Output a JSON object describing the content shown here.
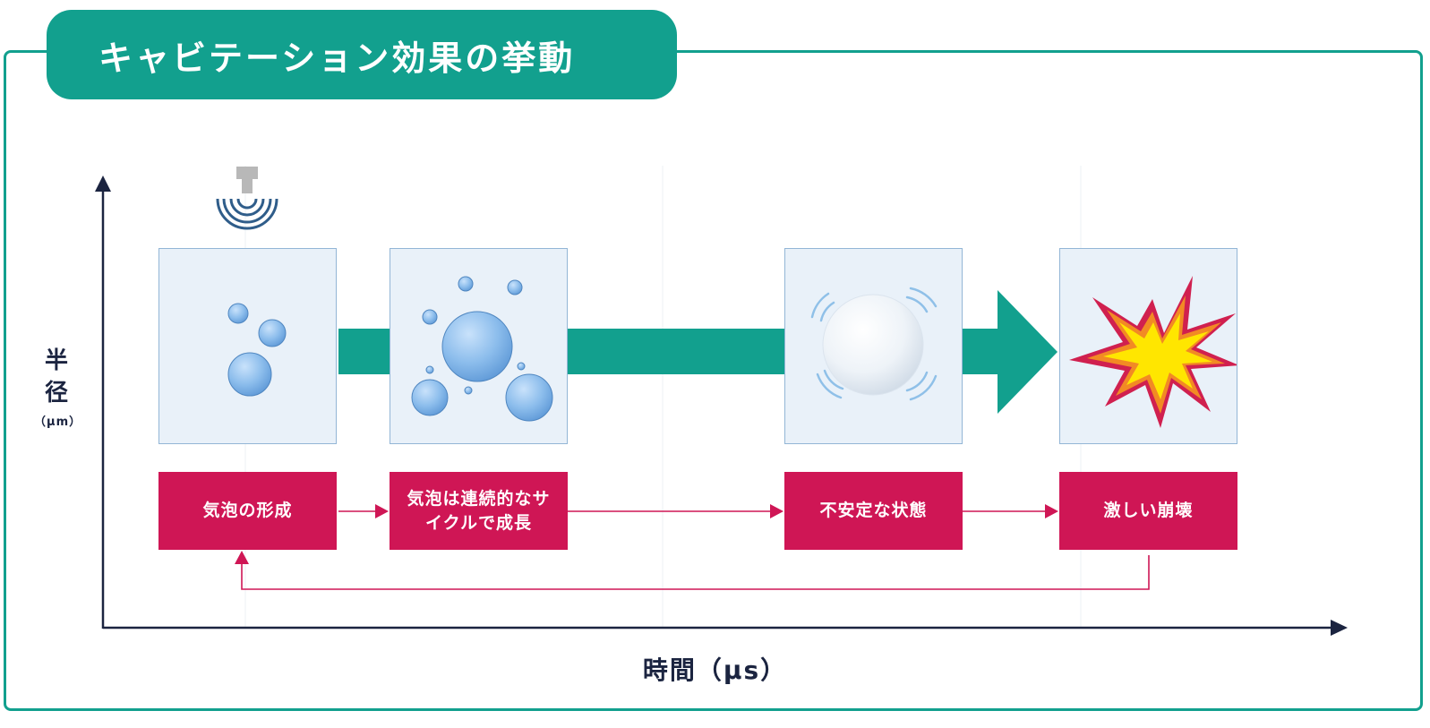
{
  "title": "キャビテーション効果の挙動",
  "y_axis": {
    "label_line1": "半",
    "label_line2": "径",
    "unit": "（μm）"
  },
  "x_axis": {
    "label": "時間（μs）"
  },
  "stages": [
    {
      "label": "気泡の形成",
      "icon": "small-bubbles"
    },
    {
      "label": "気泡は連続的なサイクルで成長",
      "icon": "growing-bubbles"
    },
    {
      "label": "不安定な状態",
      "icon": "unstable-bubble"
    },
    {
      "label": "激しい崩壊",
      "icon": "collapse-burst"
    }
  ],
  "colors": {
    "teal": "#12a08e",
    "crimson": "#cf1655",
    "panel_bg": "#e9f1f9",
    "panel_border": "#93b6d6",
    "bubble": "#6ea9e0",
    "axis": "#1b2440",
    "burst_outer": "#d0204f",
    "burst_mid": "#f28a24",
    "burst_inner": "#ffe600"
  },
  "transducer_icon": "ultrasonic-transducer-icon"
}
